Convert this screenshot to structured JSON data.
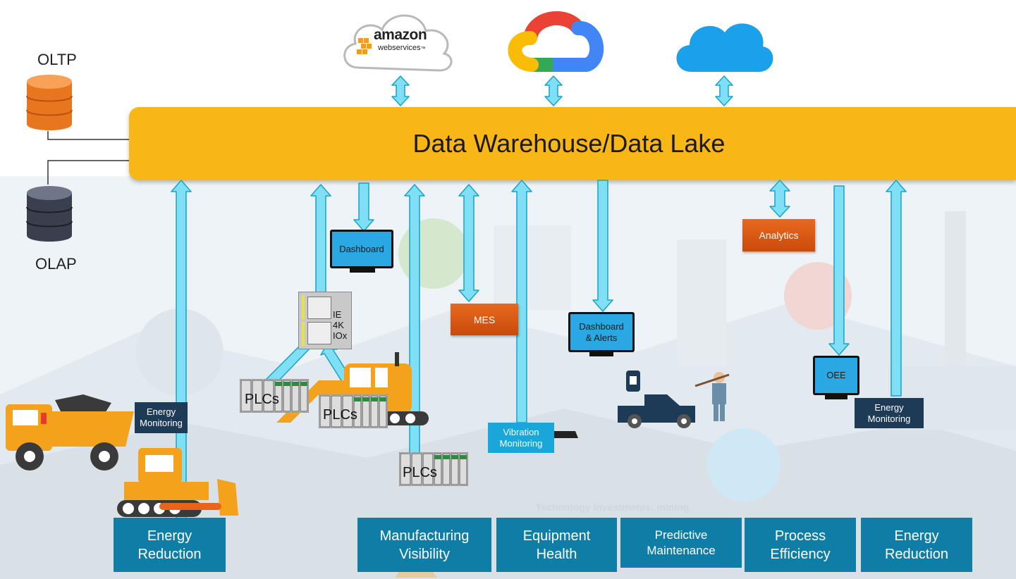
{
  "hub": {
    "label": "Data Warehouse/Data Lake"
  },
  "databases": {
    "oltp_label": "OLTP",
    "olap_label": "OLAP"
  },
  "clouds": {
    "amazon_word": "amazon",
    "amazon_sub": "webservices",
    "amazon_tm": "™",
    "google_icon": "google-cloud-logo",
    "azure_icon": "cloud-icon"
  },
  "components": {
    "dashboard": "Dashboard",
    "mes": "MES",
    "dashboard_alerts_line1": "Dashboard",
    "dashboard_alerts_line2": "& Alerts",
    "analytics": "Analytics",
    "oee": "OEE",
    "ie4k_line1": "IE",
    "ie4k_line2": "4K",
    "ie4k_line3": "IOx",
    "plc_label": "PLCs",
    "energy_monitoring_left_line1": "Energy",
    "energy_monitoring_left_line2": "Monitoring",
    "energy_monitoring_right_line1": "Energy",
    "energy_monitoring_right_line2": "Monitoring",
    "vibration_line1": "Vibration",
    "vibration_line2": "Monitoring"
  },
  "outcomes": [
    {
      "line1": "Energy",
      "line2": "Reduction"
    },
    {
      "line1": "Manufacturing",
      "line2": "Visibility"
    },
    {
      "line1": "Equipment",
      "line2": "Health"
    },
    {
      "line1": "Predictive",
      "line2": "Maintenance"
    },
    {
      "line1": "Process",
      "line2": "Efficiency"
    },
    {
      "line1": "Energy",
      "line2": "Reduction"
    }
  ],
  "background": {
    "watermark_text": "Technology investments: mining"
  },
  "colors": {
    "hub": "#f8b617",
    "arrow": "#7fe0f5",
    "outcome_box": "#0f7ea7",
    "orange_box": "#e05a14",
    "navy_label": "#1d3a57",
    "cyan_label": "#1aa6d9"
  }
}
